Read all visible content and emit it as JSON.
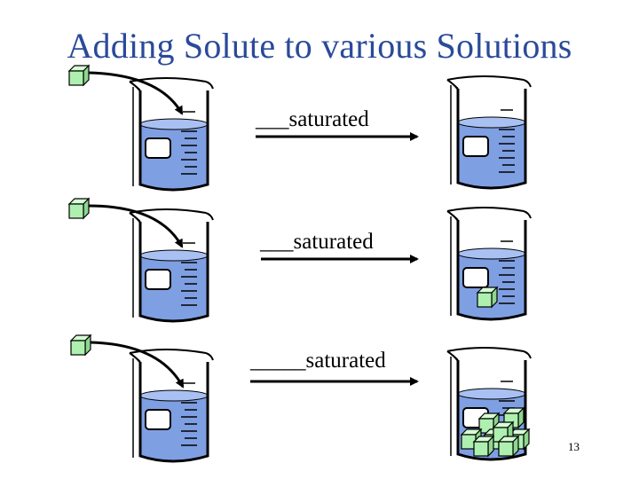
{
  "slide": {
    "title": "Adding Solute to various Solutions",
    "page_number": "13"
  },
  "rows": [
    {
      "blank": "___",
      "label": "saturated",
      "result": "dissolved"
    },
    {
      "blank": "___",
      "label": "saturated",
      "result": "one-crystal-remains"
    },
    {
      "blank": "_____",
      "label": "saturated",
      "result": "many-crystals-remain"
    }
  ],
  "colors": {
    "title": "#2a4a9a",
    "solution": "#7f9fe3",
    "cube": "#aef0b0"
  }
}
